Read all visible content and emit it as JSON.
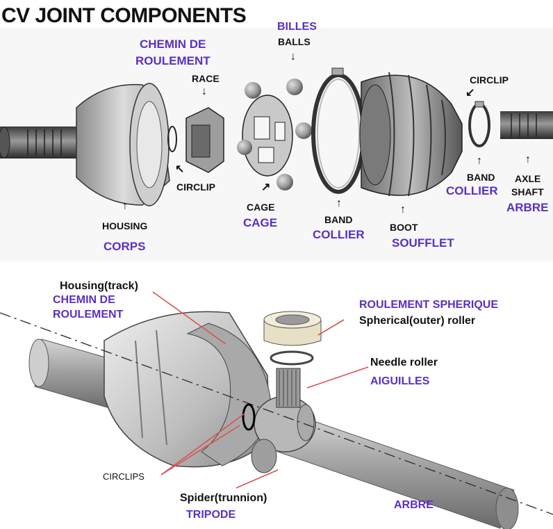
{
  "title": "CV JOINT COMPONENTS",
  "top_labels": {
    "billes": "BILLES",
    "balls": "BALLS",
    "chemin_de": "CHEMIN DE",
    "roulement": "ROULEMENT",
    "race": "RACE",
    "circlip_top": "CIRCLIP",
    "circlip_mid": "CIRCLIP",
    "housing": "HOUSING",
    "corps": "CORPS",
    "cage_en": "CAGE",
    "cage_fr": "CAGE",
    "band_mid": "BAND",
    "collier_mid": "COLLIER",
    "boot": "BOOT",
    "soufflet": "SOUFFLET",
    "band_right": "BAND",
    "collier_right": "COLLIER",
    "axle": "AXLE",
    "shaft": "SHAFT",
    "arbre_top": "ARBRE"
  },
  "bottom_labels": {
    "housing_track": "Housing(track)",
    "chemin_de": "CHEMIN DE",
    "roulement": "ROULEMENT",
    "roulement_spherique": "ROULEMENT SPHERIQUE",
    "spherical_roller": "Spherical(outer) roller",
    "needle_roller": "Needle roller",
    "aiguilles": "AIGUILLES",
    "circlips": "CIRCLIPS",
    "spider": "Spider(trunnion)",
    "tripode": "TRIPODE",
    "arbre": "ARBRE"
  },
  "colors": {
    "label_text": "#111111",
    "french_label": "#5a2fc4",
    "leader_line": "#d9534f",
    "metal_light": "#e6e6e6",
    "metal_dark": "#7a7a7a"
  }
}
